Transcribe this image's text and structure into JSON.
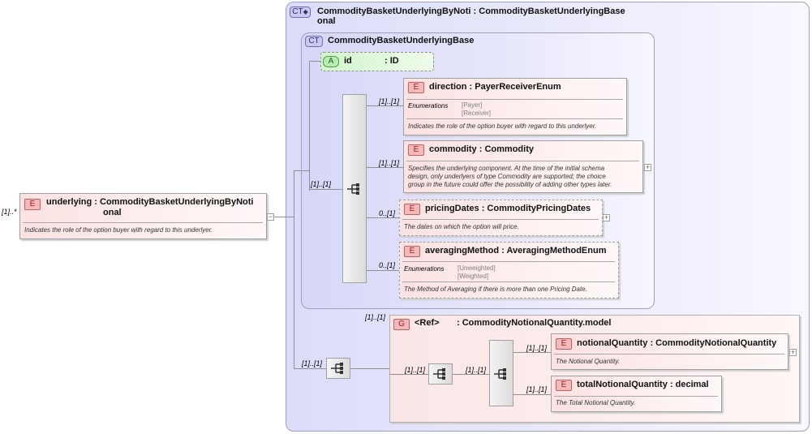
{
  "root": {
    "badge": "E",
    "card": "[1]..*",
    "name": "underlying",
    "type_line1": ": CommodityBasketUnderlyingByNoti",
    "type_line2": "onal",
    "doc": "Indicates the role of the option buyer with regard to this underlyer.",
    "toggle": "−"
  },
  "complex_type": {
    "badge": "CT",
    "title_line1": "CommodityBasketUnderlyingByNoti",
    "type": ": CommodityBasketUnderlyingBase",
    "title_line2": "onal"
  },
  "base_type": {
    "badge": "CT",
    "title": "CommodityBasketUnderlyingBase",
    "attribute": {
      "badge": "A",
      "name": "id",
      "type": ": ID"
    },
    "sequence_card": "[1]..[1]",
    "elements": [
      {
        "badge": "E",
        "name": "direction",
        "type": ": PayerReceiverEnum",
        "card": "[1]..[1]",
        "enum_label": "Enumerations",
        "enums": [
          "[Payer]",
          "[Receiver]"
        ],
        "doc": "Indicates the role of the option buyer with regard to this underlyer."
      },
      {
        "badge": "E",
        "name": "commodity",
        "type": ": Commodity",
        "card": "[1]..[1]",
        "doc_lines": [
          "Specifies the underlying component. At the time of the initial schema",
          "design, only underlyers of type Commodity are supported; the choice",
          "group in the future could offer the possibility of adding other types later."
        ],
        "expand": "+"
      },
      {
        "badge": "E",
        "name": "pricingDates",
        "type": ": CommodityPricingDates",
        "card": "0..[1]",
        "doc": "The dates on which the option will price.",
        "expand": "+"
      },
      {
        "badge": "E",
        "name": "averagingMethod",
        "type": ": AveragingMethodEnum",
        "card": "0..[1]",
        "enum_label": "Enumerations",
        "enums": [
          "[Unweighted]",
          "[Weighted]"
        ],
        "doc": "The Method of Averaging if there is more than one Pricing Date."
      }
    ]
  },
  "group": {
    "outer_seq_card": "[1]..[1]",
    "card": "[1]..[1]",
    "badge": "G",
    "ref": "<Ref>",
    "type": ": CommodityNotionalQuantity.model",
    "seq1_card": "[1]..[1]",
    "seq2_card": "[1]..[1]",
    "elements": [
      {
        "badge": "E",
        "name": "notionalQuantity",
        "type": ": CommodityNotionalQuantity",
        "card": "[1]..[1]",
        "doc": "The Notional Quantity.",
        "expand": "+"
      },
      {
        "badge": "E",
        "name": "totalNotionalQuantity",
        "type": ": decimal",
        "card": "[1]..[1]",
        "doc": "The Total Notional Quantity."
      }
    ]
  }
}
